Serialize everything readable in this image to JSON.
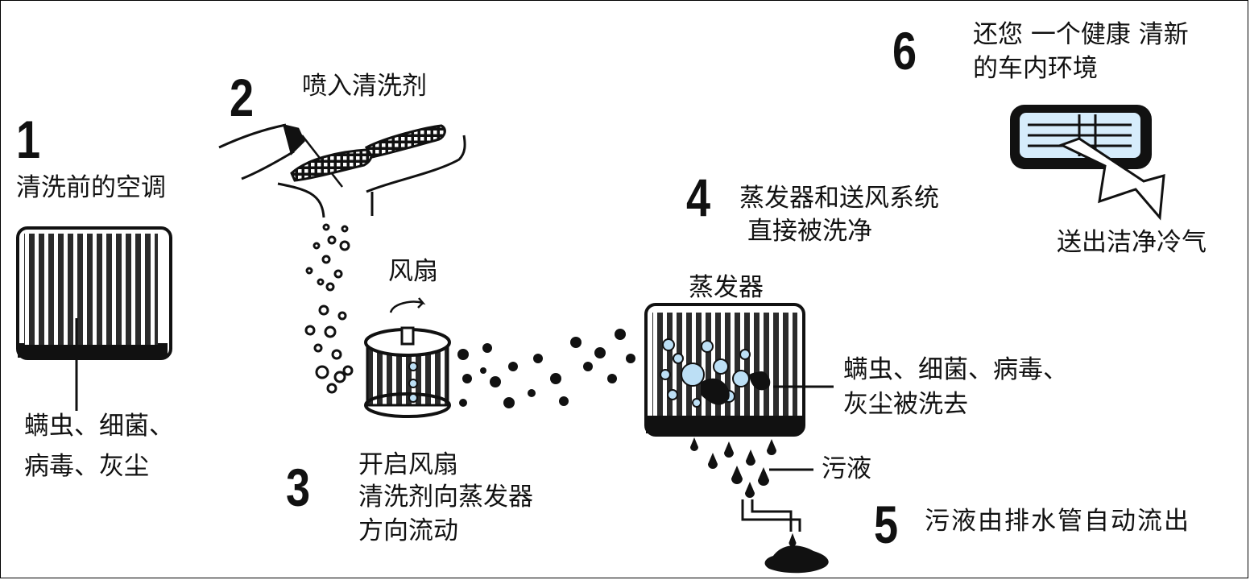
{
  "steps": {
    "s1": {
      "number": "1",
      "title": "清洗前的空调",
      "dirt": [
        "螨虫、细菌、",
        "病毒、灰尘"
      ]
    },
    "s2": {
      "number": "2",
      "title": "喷入清洗剂"
    },
    "s3": {
      "number": "3",
      "lines": [
        "开启风扇",
        "清洗剂向蒸发器",
        "方向流动"
      ]
    },
    "s4": {
      "number": "4",
      "lines": [
        "蒸发器和送风系统",
        "直接被洗净"
      ]
    },
    "s5": {
      "number": "5",
      "text": "污液由排水管自动流出"
    },
    "s6": {
      "number": "6",
      "lines": [
        "还您 一个健康 清新",
        "的车内环境"
      ]
    }
  },
  "labels": {
    "fan": "风扇",
    "evaporator": "蒸发器",
    "evap_dirt": [
      "螨虫、细菌、病毒、",
      "灰尘被洗去"
    ],
    "waste": "污液",
    "cool_air": "送出洁净冷气"
  },
  "colors": {
    "ink": "#111111",
    "paper": "#ffffff",
    "vent_glow": "#d6ecfb",
    "drop": "#bcdff5"
  }
}
